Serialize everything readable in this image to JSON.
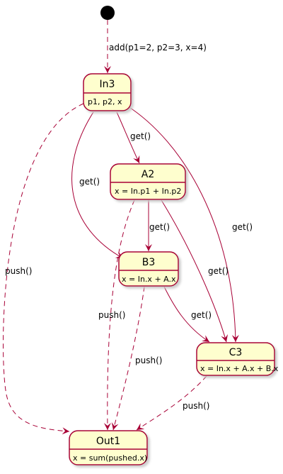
{
  "colors": {
    "state_fill": "#FEFECE",
    "state_border": "#A80036",
    "edge": "#A80036",
    "start_node": "#000000",
    "shadow": "#c8c8c8"
  },
  "start": {
    "label": ""
  },
  "states": {
    "in3": {
      "name": "In3",
      "body": "p1, p2, x"
    },
    "a2": {
      "name": "A2",
      "body": "x = In.p1 + In.p2"
    },
    "b3": {
      "name": "B3",
      "body": "x = In.x + A.x"
    },
    "c3": {
      "name": "C3",
      "body": "x = In.x + A.x + B.x"
    },
    "out1": {
      "name": "Out1",
      "body": "x = sum(pushed.x)"
    }
  },
  "edges": {
    "start_in3": {
      "label": "add(p1=2, p2=3, x=4)",
      "style": "dashed"
    },
    "in3_a2": {
      "label": "get()",
      "style": "solid"
    },
    "in3_b3": {
      "label": "get()",
      "style": "solid"
    },
    "in3_c3": {
      "label": "get()",
      "style": "solid"
    },
    "in3_out1": {
      "label": "push()",
      "style": "dashed"
    },
    "a2_b3": {
      "label": "get()",
      "style": "solid"
    },
    "a2_c3": {
      "label": "get()",
      "style": "solid"
    },
    "a2_out1": {
      "label": "push()",
      "style": "dashed"
    },
    "b3_c3": {
      "label": "get()",
      "style": "solid"
    },
    "b3_out1": {
      "label": "push()",
      "style": "dashed"
    },
    "c3_out1": {
      "label": "push()",
      "style": "dashed"
    }
  }
}
